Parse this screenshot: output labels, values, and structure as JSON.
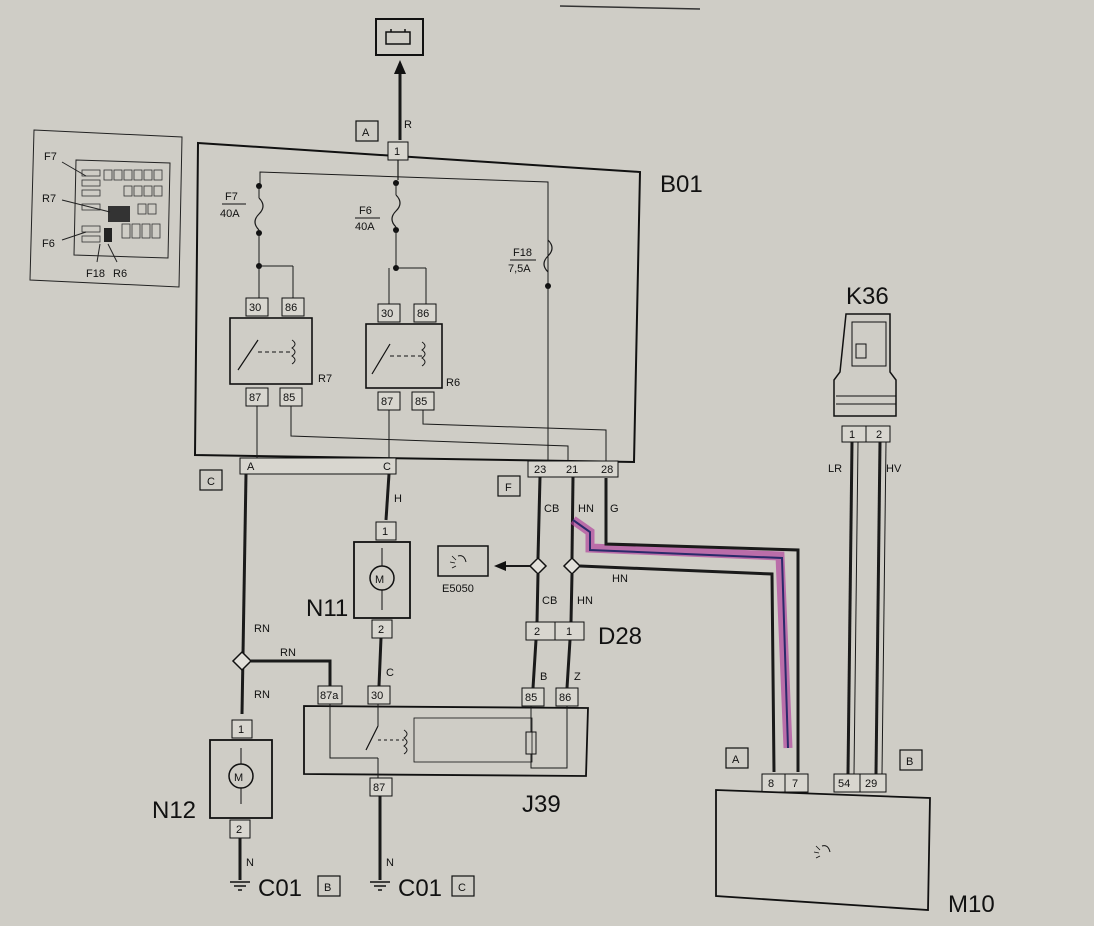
{
  "components": {
    "b01": "B01",
    "k36": "K36",
    "n11": "N11",
    "n12": "N12",
    "d28": "D28",
    "j39": "J39",
    "m10": "M10",
    "e5050": "E5050",
    "c01_b": "C01",
    "c01_c": "C01"
  },
  "connectors": {
    "a_top": "A",
    "c_left": "C",
    "f_mid": "F",
    "a_m10": "A",
    "b_m10": "B",
    "b_c01": "B",
    "c_c01": "C"
  },
  "fuses": {
    "f7": "F7",
    "f7_rating": "40A",
    "f6": "F6",
    "f6_rating": "40A",
    "f18": "F18",
    "f18_rating": "7,5A"
  },
  "relays": {
    "r7": "R7",
    "r6": "R6"
  },
  "inset": {
    "f7": "F7",
    "r7": "R7",
    "f6": "F6",
    "f18": "F18",
    "r6": "R6"
  },
  "pins": {
    "b01_1": "1",
    "r7_30": "30",
    "r7_86": "86",
    "r7_87": "87",
    "r7_85": "85",
    "r6_30": "30",
    "r6_86": "86",
    "r6_87": "87",
    "r6_85": "85",
    "c_a": "A",
    "c_c": "C",
    "f_23": "23",
    "f_21": "21",
    "f_28": "28",
    "n11_1": "1",
    "n11_2": "2",
    "n12_1": "1",
    "n12_2": "2",
    "d28_2": "2",
    "d28_1": "1",
    "j39_87a": "87a",
    "j39_30": "30",
    "j39_85": "85",
    "j39_86": "86",
    "j39_87": "87",
    "k36_1": "1",
    "k36_2": "2",
    "m10_8": "8",
    "m10_7": "7",
    "m10_54": "54",
    "m10_29": "29"
  },
  "wires": {
    "r": "R",
    "h": "H",
    "cb1": "CB",
    "hn1": "HN",
    "g": "G",
    "hn_branch": "HN",
    "cb2": "CB",
    "hn2": "HN",
    "rn1": "RN",
    "rn2": "RN",
    "rn3": "RN",
    "c": "C",
    "b": "B",
    "z": "Z",
    "n1": "N",
    "n2": "N",
    "lr": "LR",
    "hv": "HV"
  },
  "colors": {
    "paper": "#cfcdc6",
    "ink": "#1a1a1a",
    "highlight": "#b0449c"
  }
}
